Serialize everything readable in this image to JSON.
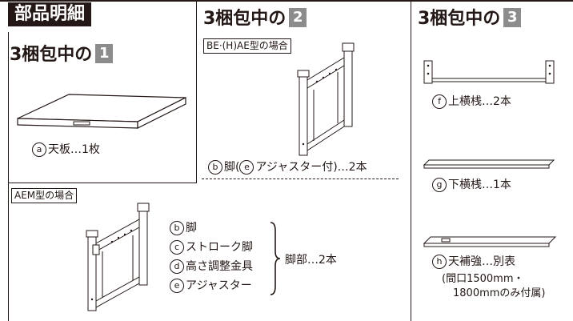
{
  "header": {
    "parts_detail": "部品明細"
  },
  "package1": {
    "title": "3梱包中の",
    "number": "1",
    "item_a": {
      "mark": "a",
      "text": "天板…1枚"
    }
  },
  "package2": {
    "title": "3梱包中の",
    "number": "2",
    "type_label": "BE·(H)AE型の場合",
    "item_b": {
      "mark": "b",
      "pre": "脚(",
      "mark2": "e",
      "post": "アジャスター付)…2本"
    }
  },
  "package3": {
    "title": "3梱包中の",
    "number": "3",
    "item_f": {
      "mark": "f",
      "text": "上横桟…2本"
    },
    "item_g": {
      "mark": "g",
      "text": "下横桟…1本"
    },
    "item_h": {
      "mark": "h",
      "text": "天補強…別表"
    },
    "note_1": "(間口1500mm・",
    "note_2": "1800mmのみ付属)"
  },
  "aem": {
    "type_label": "AEM型の場合",
    "items": [
      {
        "mark": "b",
        "text": "脚"
      },
      {
        "mark": "c",
        "text": "ストローク脚"
      },
      {
        "mark": "d",
        "text": "高さ調整金具"
      },
      {
        "mark": "e",
        "text": "アジャスター"
      }
    ],
    "group_label": "脚部…2本"
  }
}
